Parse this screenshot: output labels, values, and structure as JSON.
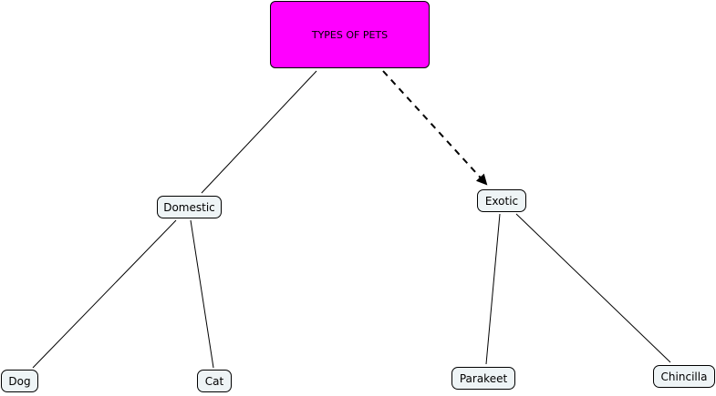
{
  "diagram": {
    "root": {
      "label": "TYPES OF PETS"
    },
    "nodes": {
      "domestic": {
        "label": "Domestic"
      },
      "exotic": {
        "label": "Exotic"
      },
      "dog": {
        "label": "Dog"
      },
      "cat": {
        "label": "Cat"
      },
      "parakeet": {
        "label": "Parakeet"
      },
      "chincilla": {
        "label": "Chincilla"
      }
    },
    "edges": [
      {
        "from": "root",
        "to": "domestic",
        "style": "solid"
      },
      {
        "from": "root",
        "to": "exotic",
        "style": "dashed-arrow"
      },
      {
        "from": "domestic",
        "to": "dog",
        "style": "solid"
      },
      {
        "from": "domestic",
        "to": "cat",
        "style": "solid"
      },
      {
        "from": "exotic",
        "to": "parakeet",
        "style": "solid"
      },
      {
        "from": "exotic",
        "to": "chincilla",
        "style": "solid"
      }
    ],
    "colors": {
      "root_fill": "#ff00ff",
      "child_fill": "#eef4f6",
      "line": "#000000"
    }
  }
}
